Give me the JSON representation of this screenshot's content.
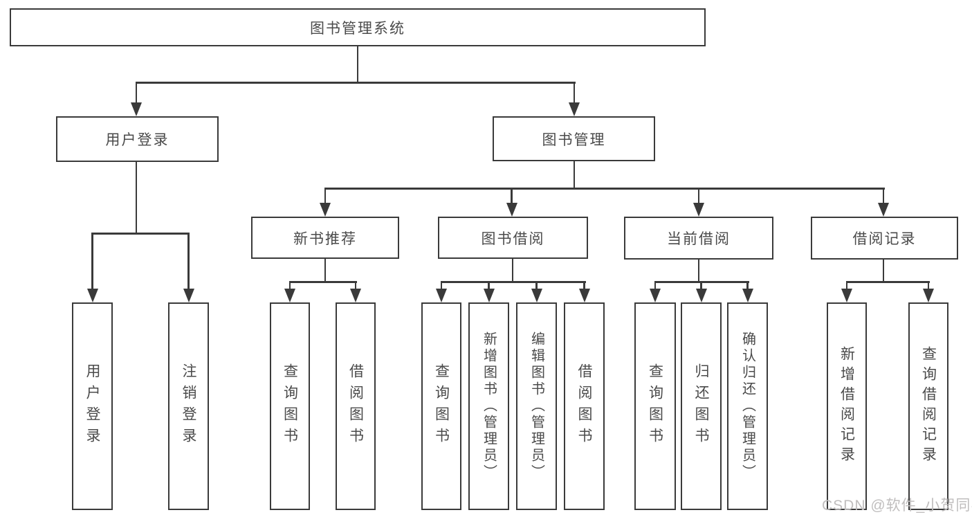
{
  "tree": {
    "label": "图书管理系统",
    "children": [
      {
        "label": "用户登录",
        "children": [
          {
            "label": "用户登录"
          },
          {
            "label": "注销登录"
          }
        ]
      },
      {
        "label": "图书管理",
        "children": [
          {
            "label": "新书推荐",
            "children": [
              {
                "label": "查询图书"
              },
              {
                "label": "借阅图书"
              }
            ]
          },
          {
            "label": "图书借阅",
            "children": [
              {
                "label": "查询图书"
              },
              {
                "label": "新增图书（管理员）"
              },
              {
                "label": "编辑图书（管理员）"
              },
              {
                "label": "借阅图书"
              }
            ]
          },
          {
            "label": "当前借阅",
            "children": [
              {
                "label": "查询图书"
              },
              {
                "label": "归还图书"
              },
              {
                "label": "确认归还（管理员）"
              }
            ]
          },
          {
            "label": "借阅记录",
            "children": [
              {
                "label": "新增借阅记录"
              },
              {
                "label": "查询借阅记录"
              }
            ]
          }
        ]
      }
    ]
  },
  "watermark": "CSDN @软件_小贺同学",
  "colors": {
    "line": "#3a3a3a",
    "text": "#4a4a4a",
    "watermark": "#c0bebe",
    "background": "#ffffff"
  }
}
